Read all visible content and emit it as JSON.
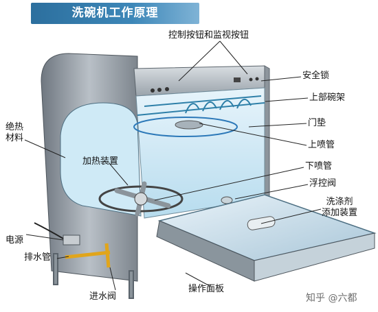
{
  "title": "洗碗机工作原理",
  "labels": {
    "controls": "控制按钮和监视按钮",
    "safety_lock": "安全锁",
    "upper_rack": "上部碗架",
    "door_seal": "门垫",
    "upper_spray_arm": "上喷管",
    "lower_spray_arm": "下喷管",
    "float_valve": "浮控阀",
    "detergent_dispenser": "洗涤剂\n添加装置",
    "insulation": "绝热\n材料",
    "heater": "加热装置",
    "power": "电源",
    "drain_pipe": "排水管",
    "inlet_valve": "进水阀",
    "control_panel": "操作面板"
  },
  "watermark": "知乎 @六都"
}
